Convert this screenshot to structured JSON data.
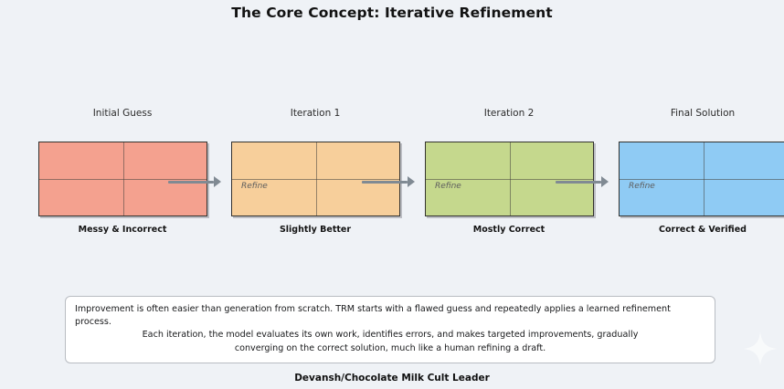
{
  "page": {
    "title": "The Core Concept: Iterative Refinement",
    "background_color": "#eff2f6",
    "footer_credit": "Devansh/Chocolate Milk Cult Leader"
  },
  "pipeline": {
    "refine_label": "Refine",
    "arrow_color": "#808a93",
    "stages": [
      {
        "title": "Initial Guess",
        "caption": "Messy & Incorrect",
        "fill_color": "#f4a18f",
        "border_color": "#33322f",
        "has_refine_label": false
      },
      {
        "title": "Iteration 1",
        "caption": "Slightly Better",
        "fill_color": "#f7cf9b",
        "border_color": "#33322f",
        "has_refine_label": true
      },
      {
        "title": "Iteration 2",
        "caption": "Mostly Correct",
        "fill_color": "#c5d88d",
        "border_color": "#33322f",
        "has_refine_label": true
      },
      {
        "title": "Final Solution",
        "caption": "Correct & Verified",
        "fill_color": "#8fcbf4",
        "border_color": "#33322f",
        "has_refine_label": true
      }
    ]
  },
  "explanation": {
    "lines": [
      "Improvement is often easier than generation from scratch. TRM starts with a flawed guess and repeatedly applies a learned refinement process.",
      "Each iteration, the model evaluates its own work, identifies errors, and makes targeted improvements, gradually",
      "converging on the correct solution, much like a human refining a draft."
    ]
  },
  "watermark": {
    "icon": "sparkle-star-icon"
  }
}
